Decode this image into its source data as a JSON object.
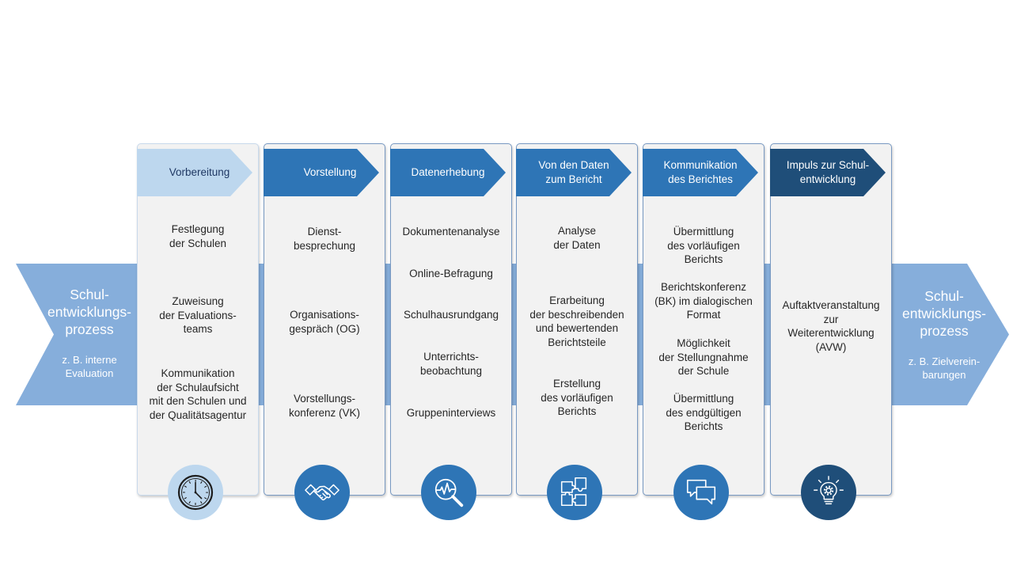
{
  "colors": {
    "band": "#86aedb",
    "light_blue": "#bdd7ee",
    "medium_blue": "#2e75b6",
    "dark_blue": "#1f4e79",
    "card_background": "#f2f2f2"
  },
  "band": {
    "start": {
      "title": [
        "Schul-",
        "entwicklungs-",
        "prozess"
      ],
      "subtitle": [
        "z. B. interne",
        "Evaluation"
      ]
    },
    "end": {
      "title": [
        "Schul-",
        "entwicklungs-",
        "prozess"
      ],
      "subtitle": [
        "z. B. Zielverein-",
        "barungen"
      ]
    }
  },
  "phases": [
    {
      "title": [
        "Vorbereitung"
      ],
      "icon": "clock-icon",
      "items": [
        [
          "Festlegung",
          "der Schulen"
        ],
        [
          "Zuweisung",
          "der Evaluations-",
          "teams"
        ],
        [
          "Kommunikation",
          "der Schulaufsicht",
          "mit den Schulen und",
          "der Qualitätsagentur"
        ]
      ]
    },
    {
      "title": [
        "Vorstellung"
      ],
      "icon": "handshake-icon",
      "items": [
        [
          "Dienst-",
          "besprechung"
        ],
        [
          "Organisations-",
          "gespräch (OG)"
        ],
        [
          "Vorstellungs-",
          "konferenz (VK)"
        ]
      ]
    },
    {
      "title": [
        "Datenerhebung"
      ],
      "icon": "magnifier-heartbeat-icon",
      "items": [
        [
          "Dokumentenanalyse"
        ],
        [
          "Online-Befragung"
        ],
        [
          "Schulhausrundgang"
        ],
        [
          "Unterrichts-",
          "beobachtung"
        ],
        [
          "Gruppeninterviews"
        ]
      ]
    },
    {
      "title": [
        "Von den Daten",
        "zum Bericht"
      ],
      "icon": "puzzle-icon",
      "items": [
        [
          "Analyse",
          "der Daten"
        ],
        [
          "Erarbeitung",
          "der beschreibenden",
          "und bewertenden",
          "Berichtsteile"
        ],
        [
          "Erstellung",
          "des vorläufigen",
          "Berichts"
        ]
      ]
    },
    {
      "title": [
        "Kommunikation",
        "des Berichtes"
      ],
      "icon": "chat-bubbles-icon",
      "items": [
        [
          "Übermittlung",
          "des vorläufigen",
          "Berichts"
        ],
        [
          "Berichtskonferenz",
          "(BK) im dialogischen",
          "Format"
        ],
        [
          "Möglichkeit",
          "der Stellungnahme",
          "der Schule"
        ],
        [
          "Übermittlung",
          "des endgültigen",
          "Berichts"
        ]
      ]
    },
    {
      "title": [
        "Impuls zur Schul-",
        "entwicklung"
      ],
      "icon": "lightbulb-gear-icon",
      "items": [
        [
          "Auftaktveranstaltung",
          "zur",
          "Weiterentwicklung",
          "(AVW)"
        ]
      ]
    }
  ]
}
